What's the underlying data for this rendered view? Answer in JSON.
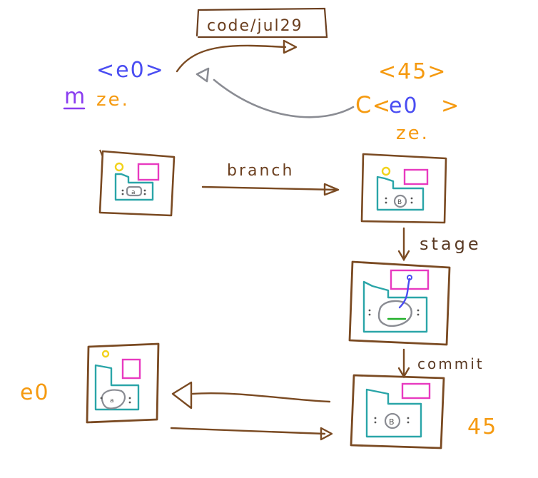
{
  "labels": {
    "branch_ref": "code/jul29",
    "branch": "branch",
    "stage": "stage",
    "commit": "commit",
    "m": "m",
    "ze_left": "ze.",
    "ze_right": "ze.",
    "c_prefix": "C",
    "hash_e0_blue_left": "<e0>",
    "hash_e0_blue_right": "<e0>",
    "hash_45_orange": "<45>",
    "c_bracket": "<",
    "c_bracket_close": ">",
    "e0_bottom": "e0",
    "num_45_bottom": "45",
    "badge_letter": "B",
    "badge_letter_small": "a"
  },
  "colors": {
    "brown": "#7a4a22",
    "teal": "#2aa5a8",
    "magenta": "#e83ac0",
    "yellow": "#f2d21a",
    "gray": "#8a8c93",
    "blue": "#4a4df2",
    "orange": "#f59a10",
    "purple": "#8a3df0",
    "green": "#22b02a"
  }
}
